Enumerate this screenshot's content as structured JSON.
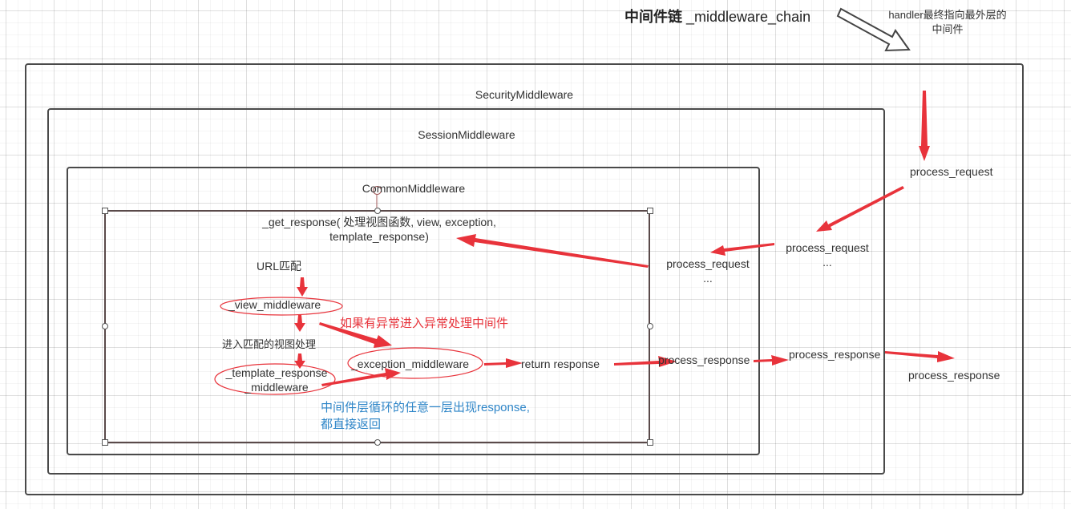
{
  "header": {
    "title_bold": "中间件链",
    "title_rest": " _middleware_chain",
    "handler_note_line1": "handler最终指向最外层的",
    "handler_note_line2": "中间件"
  },
  "layers": {
    "security": "SecurityMiddleware",
    "session": "SessionMiddleware",
    "common": "CommonMiddleware"
  },
  "get_response": {
    "line1": "_get_response( 处理视图函数,  view, exception,",
    "line2": "template_response)"
  },
  "flow": {
    "url_match": "URL匹配",
    "view_middleware": "_view_middleware",
    "enter_view": "进入匹配的视图处理",
    "template_middleware_line1": "_template_response",
    "template_middleware_line2": "_middleware",
    "exception_middleware": "_exception_middleware",
    "return_response": "return response"
  },
  "notes": {
    "exception_note": "如果有异常进入异常处理中间件",
    "any_layer_line1": "中间件层循环的任意一层出现response,",
    "any_layer_line2": "都直接返回"
  },
  "right_labels": {
    "pr_outer": "process_request",
    "pr_session": "process_request",
    "pr_session_dots": "...",
    "pr_common": "process_request",
    "pr_common_dots": "...",
    "resp_common": "process_response",
    "resp_session": "process_response",
    "resp_outer": "process_response"
  },
  "colors": {
    "arrow": "#e8333b",
    "box_border": "#4a4a4a",
    "blue_note": "#2f86c8",
    "ellipse": "#e8333b"
  }
}
